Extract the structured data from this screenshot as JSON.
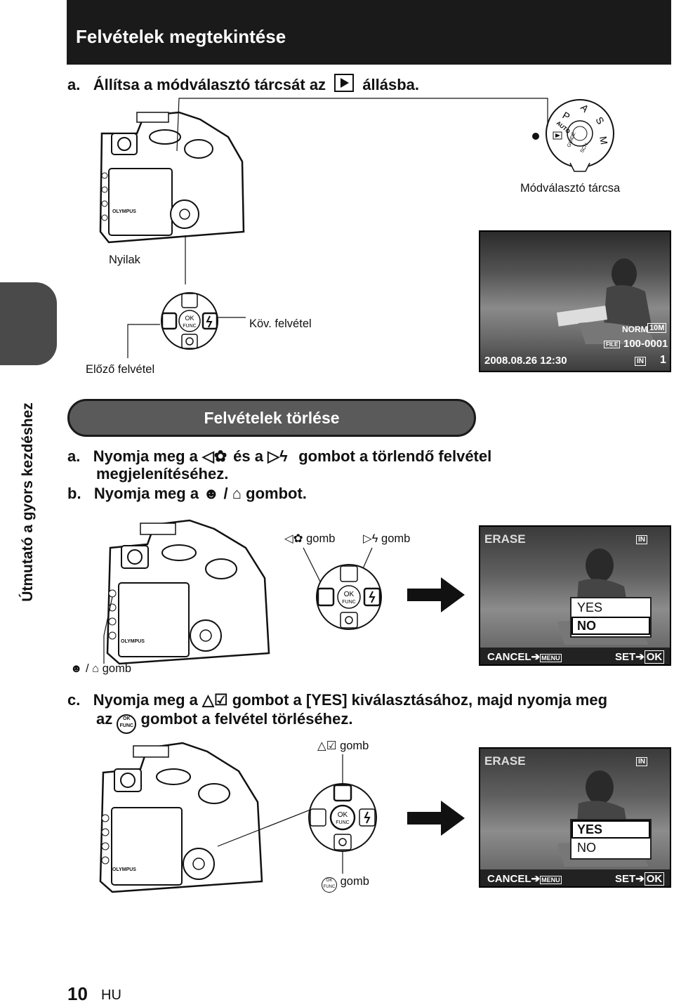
{
  "header": {
    "title": "Felvételek megtekintése"
  },
  "side_tab": {
    "label": "Útmutató a gyors kezdéshez"
  },
  "step_a_top": {
    "letter": "a.",
    "text_before": "Állítsa a módválasztó tárcsát az",
    "text_after": "állásba.",
    "icon": "playback-icon"
  },
  "mode_dial": {
    "caption": "Módválasztó tárcsa",
    "modes": [
      "P",
      "A",
      "S",
      "M",
      "AUTO",
      "GUIDE",
      "SCN"
    ]
  },
  "labels": {
    "arrows": "Nyilak",
    "next": "Köv. felvétel",
    "prev": "Előző felvétel"
  },
  "screen1": {
    "quality": "NORM",
    "size": "10M",
    "file_tag": "FILE",
    "file_no": "100-0001",
    "datetime": "2008.08.26  12:30",
    "memory": "IN",
    "count": "1"
  },
  "section": {
    "title": "Felvételek törlése"
  },
  "step_a": {
    "letter": "a.",
    "t1": "Nyomja meg a",
    "t2": "és a",
    "t3": "gombot a törlendő felvétel",
    "t4": "megjelenítéséhez."
  },
  "step_b": {
    "letter": "b.",
    "t1": "Nyomja meg a",
    "t2": "/",
    "t3": "gombot."
  },
  "gomb_labels": {
    "left": "gomb",
    "right": "gomb",
    "erase": "/",
    "erase_gomb": "gomb",
    "up": "gomb",
    "ok": "gomb"
  },
  "ok_button": {
    "top": "OK",
    "bottom": "FUNC"
  },
  "erase_screen_1": {
    "title": "ERASE",
    "memory": "IN",
    "options": [
      "YES",
      "NO"
    ],
    "selected": "NO",
    "cancel": "CANCEL",
    "menu": "MENU",
    "set": "SET",
    "ok": "OK"
  },
  "erase_screen_2": {
    "title": "ERASE",
    "memory": "IN",
    "options": [
      "YES",
      "NO"
    ],
    "selected": "YES",
    "cancel": "CANCEL",
    "menu": "MENU",
    "set": "SET",
    "ok": "OK"
  },
  "step_c": {
    "letter": "c.",
    "l1a": "Nyomja meg a",
    "l1b": "gombot a [YES] kiválasztásához, majd nyomja meg",
    "l2a": "az",
    "l2b": "gombot a felvétel törléséhez."
  },
  "camera": {
    "brand": "OLYMPUS"
  },
  "footer": {
    "page": "10",
    "lang": "HU"
  }
}
